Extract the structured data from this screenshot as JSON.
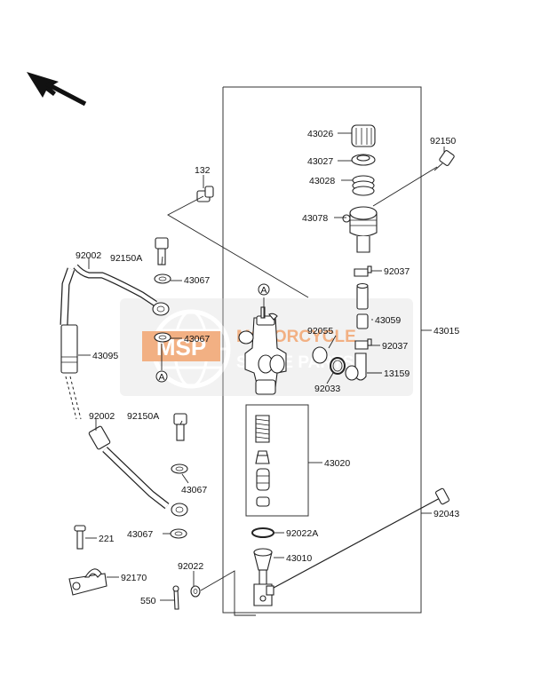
{
  "watermark": {
    "logo_text": "MSP",
    "line1": "MOTORCYCLE",
    "line2": "SPARE PARTS",
    "accent_color": "#e8711f",
    "globe_color": "#cfcfcf"
  },
  "ref_marker": "A",
  "parts": {
    "p43026": "43026",
    "p43027": "43027",
    "p43028": "43028",
    "p43078": "43078",
    "p92150": "92150",
    "p132": "132",
    "p92037a": "92037",
    "p92002a": "92002",
    "p92150Aa": "92150A",
    "p43067a": "43067",
    "p43059": "43059",
    "p92055": "92055",
    "p43015": "43015",
    "p43067b": "43067",
    "p92037b": "92037",
    "p43095": "43095",
    "p92033": "92033",
    "p13159": "13159",
    "p92002b": "92002",
    "p92150Ab": "92150A",
    "p43020": "43020",
    "p43067c": "43067",
    "p92043": "92043",
    "p43067d": "43067",
    "p221": "221",
    "p92022A": "92022A",
    "p92022": "92022",
    "p43010": "43010",
    "p92170": "92170",
    "p550": "550"
  }
}
